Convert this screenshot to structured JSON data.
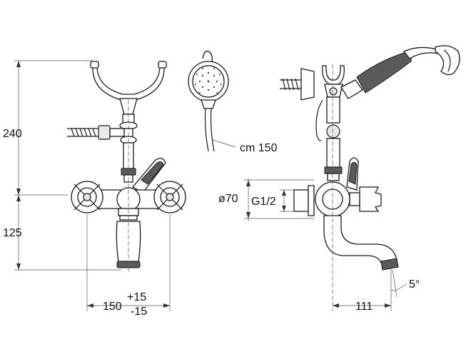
{
  "dimensions": {
    "height_upper": "240",
    "height_lower": "125",
    "width_center": "150",
    "width_tol_plus": "+15",
    "width_tol_minus": "-15",
    "hose_length": "cm 150",
    "diameter": "ø70",
    "thread": "G1/2",
    "spout_projection": "111",
    "spout_angle": "5°"
  },
  "colors": {
    "stroke": "#1a1a1a",
    "dimension_line": "#555555",
    "fill_shade": "#5a5a5a"
  }
}
